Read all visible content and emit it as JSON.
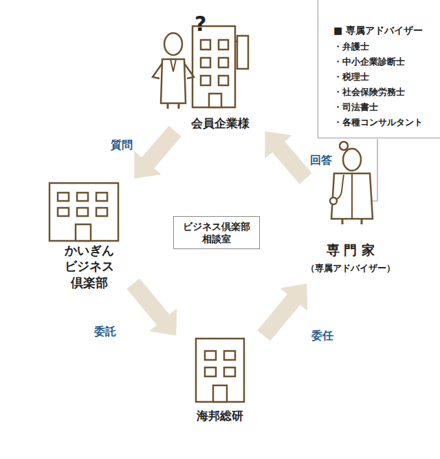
{
  "diagram": {
    "nodes": [
      {
        "text": [
          "会員企業様"
        ]
      },
      {
        "text": [
          "■ 専属アドバイザー",
          "・弁護士",
          "・中小企業診断士",
          "・税理士",
          "・社会保険労務士",
          "・司法書士",
          "・各種コンサルタント"
        ]
      },
      {
        "text": [
          "かいぎん ビジネス 倶楽部"
        ]
      },
      {
        "text": [
          "ビジネス倶楽部 相談室"
        ]
      },
      {
        "text": [
          "専 門 家",
          "（専属アドバイザー）"
        ]
      },
      {
        "text": [
          "海邦総研"
        ]
      }
    ],
    "edges": [
      {
        "from": 0,
        "to": 2,
        "arrow": "to",
        "label": "質問"
      },
      {
        "from": 2,
        "to": 5,
        "arrow": "to",
        "label": "委託"
      },
      {
        "from": 5,
        "to": 4,
        "arrow": "to",
        "label": "委任"
      },
      {
        "from": 4,
        "to": 0,
        "arrow": "to",
        "label": "回答"
      }
    ],
    "labels": [
      "?"
    ]
  }
}
